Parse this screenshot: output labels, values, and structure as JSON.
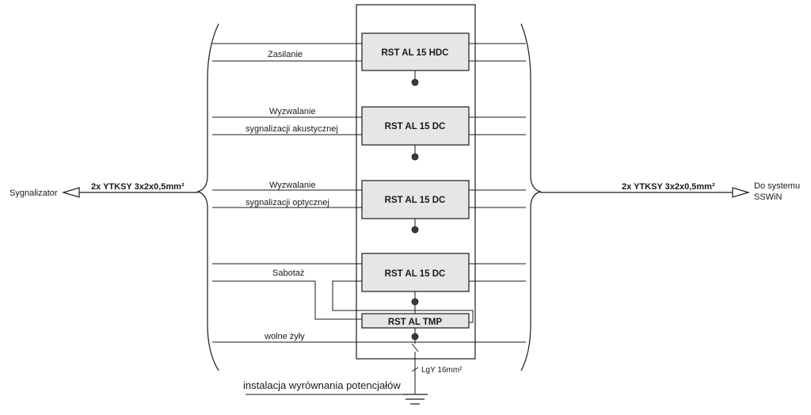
{
  "left_device": "Sygnalizator",
  "right_device": [
    "Do systemu",
    "SSWiN"
  ],
  "cable_left": "2x YTKSY 3x2x0,5mm²",
  "cable_right": "2x YTKSY 3x2x0,5mm²",
  "modules": [
    {
      "label": "RST AL 15 HDC"
    },
    {
      "label": "RST AL 15 DC"
    },
    {
      "label": "RST AL 15 DC"
    },
    {
      "label": "RST AL 15 DC"
    }
  ],
  "tamper_module": "RST AL TMP",
  "line_labels": {
    "power": "Zasilanie",
    "acoustic_1": "Wyzwalanie",
    "acoustic_2": "sygnalizacji akustycznej",
    "optical_1": "Wyzwalanie",
    "optical_2": "sygnalizacji optycznej",
    "tamper": "Sabotaż",
    "spare": "wolne żyły"
  },
  "ground_cable": "LgY 16mm²",
  "equipotential": "instalacja wyrównania potencjałów"
}
